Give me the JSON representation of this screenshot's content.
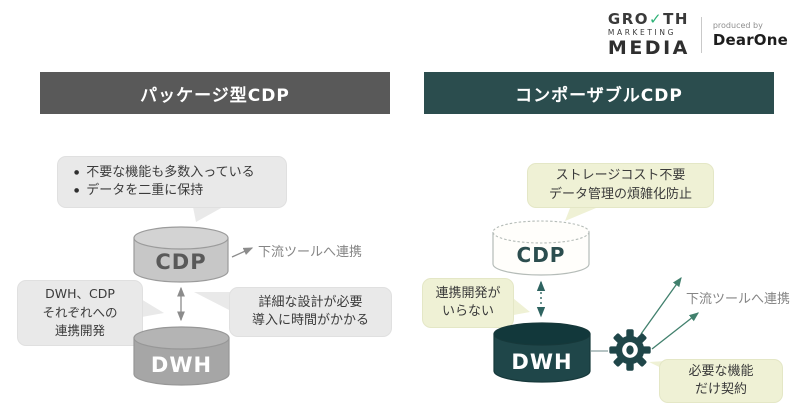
{
  "logo": {
    "growth_pre": "GRO",
    "growth_check": "✓",
    "growth_post": "TH",
    "marketing": "MARKETING",
    "media": "MEDIA",
    "produced_by": "produced by",
    "brand": "DearOne"
  },
  "colors": {
    "left_header_bg": "#595959",
    "right_header_bg": "#2b4d4e",
    "teal_dark": "#1f4649",
    "logo_green": "#2eb277",
    "arrow_green": "#41806d",
    "bubble_gray": "#e9e9e9",
    "bubble_yellow": "#eff1d5",
    "gray_text": "#858585"
  },
  "left": {
    "header": "パッケージ型CDP",
    "issues": [
      "不要な機能も多数入っている",
      "データを二重に保持"
    ],
    "cdp": "CDP",
    "dwh": "DWH",
    "downstream": "下流ツールへ連携",
    "dev_bubble": [
      "DWH、CDP",
      "それぞれへの",
      "連携開発"
    ],
    "design_bubble": [
      "詳細な設計が必要",
      "導入に時間がかかる"
    ]
  },
  "right": {
    "header": "コンポーザブルCDP",
    "storage_bubble": [
      "ストレージコスト不要",
      "データ管理の煩雑化防止"
    ],
    "cdp": "CDP",
    "dwh": "DWH",
    "nodev_bubble": [
      "連携開発が",
      "いらない"
    ],
    "downstream": "下流ツールへ連携",
    "contract_bubble": [
      "必要な機能",
      "だけ契約"
    ]
  }
}
